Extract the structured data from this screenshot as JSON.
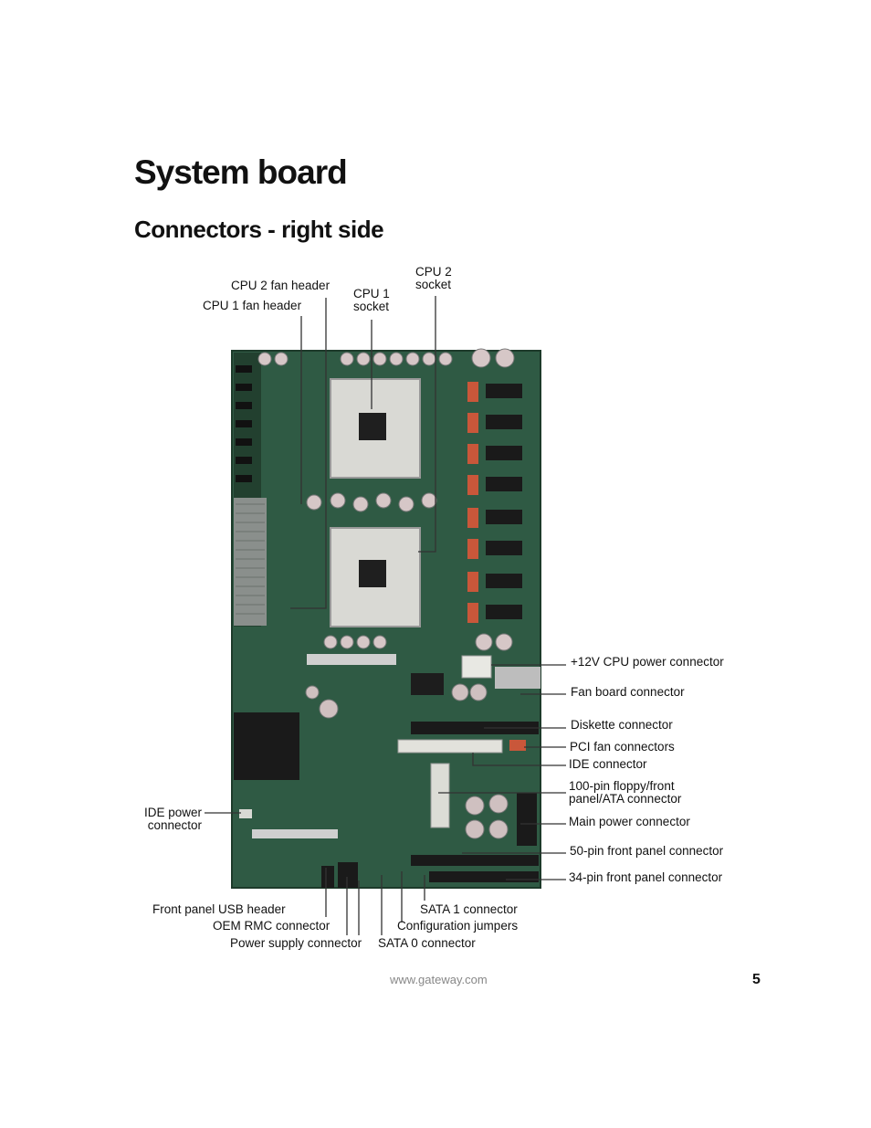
{
  "heading": "System board",
  "subheading": "Connectors - right side",
  "labels": {
    "cpu2_fan": "CPU 2 fan header",
    "cpu1_fan": "CPU 1 fan header",
    "cpu1_socket_l1": "CPU 1",
    "cpu1_socket_l2": "socket",
    "cpu2_socket_l1": "CPU 2",
    "cpu2_socket_l2": "socket",
    "cpu_power": "+12V CPU power connector",
    "fan_board": "Fan board connector",
    "diskette": "Diskette connector",
    "pci_fan": "PCI fan connectors",
    "ide": "IDE connector",
    "floppy_l1": "100-pin floppy/front",
    "floppy_l2": "panel/ATA connector",
    "main_power": "Main power connector",
    "fp50": "50-pin front panel connector",
    "fp34": "34-pin front panel connector",
    "ide_power_l1": "IDE power",
    "ide_power_l2": "connector",
    "usb": "Front panel USB header",
    "oem": "OEM RMC connector",
    "psu": "Power supply connector",
    "sata1": "SATA 1 connector",
    "config": "Configuration jumpers",
    "sata0": "SATA 0 connector"
  },
  "colors": {
    "board": "#2f5a44",
    "board_dark": "#22402f",
    "chip": "#1c1c1c",
    "callout": "#333333"
  },
  "footer": {
    "url": "www.gateway.com",
    "page": "5"
  }
}
